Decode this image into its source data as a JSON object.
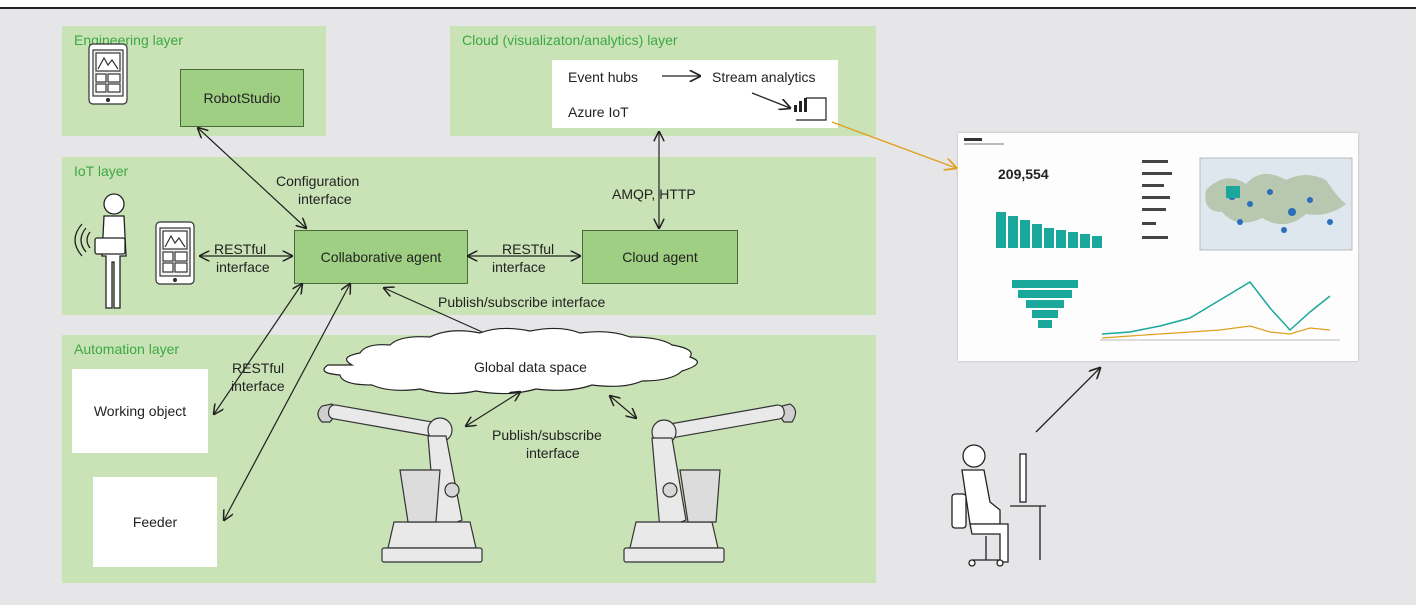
{
  "layers": {
    "engineering": {
      "title": "Engineering layer"
    },
    "cloud": {
      "title": "Cloud (visualizaton/analytics) layer"
    },
    "iot": {
      "title": "IoT layer"
    },
    "automation": {
      "title": "Automation layer"
    }
  },
  "boxes": {
    "robotstudio": "RobotStudio",
    "collaborative_agent": "Collaborative agent",
    "cloud_agent": "Cloud agent",
    "working_object": "Working object",
    "feeder": "Feeder"
  },
  "cloud_services": {
    "event_hubs": "Event hubs",
    "stream_analytics": "Stream analytics",
    "azure_iot": "Azure IoT"
  },
  "labels": {
    "configuration_interface": [
      "Configuration",
      "interface"
    ],
    "restful_tablet": [
      "RESTful",
      "interface"
    ],
    "restful_cloud": [
      "RESTful",
      "interface"
    ],
    "restful_automation": [
      "RESTful",
      "interface"
    ],
    "amqp_http": "AMQP, HTTP",
    "pubsub_top": "Publish/subscribe interface",
    "global_data_space": "Global data space",
    "pubsub_robots": [
      "Publish/subscribe",
      "interface"
    ]
  },
  "dashboard": {
    "kpi_value": "209,554"
  },
  "colors": {
    "layer_fill": "#c9e3b6",
    "box_fill": "#9fcf82",
    "title_green": "#3ca844",
    "dashboard_link": "#e0a020",
    "teal": "#1aa79c"
  }
}
